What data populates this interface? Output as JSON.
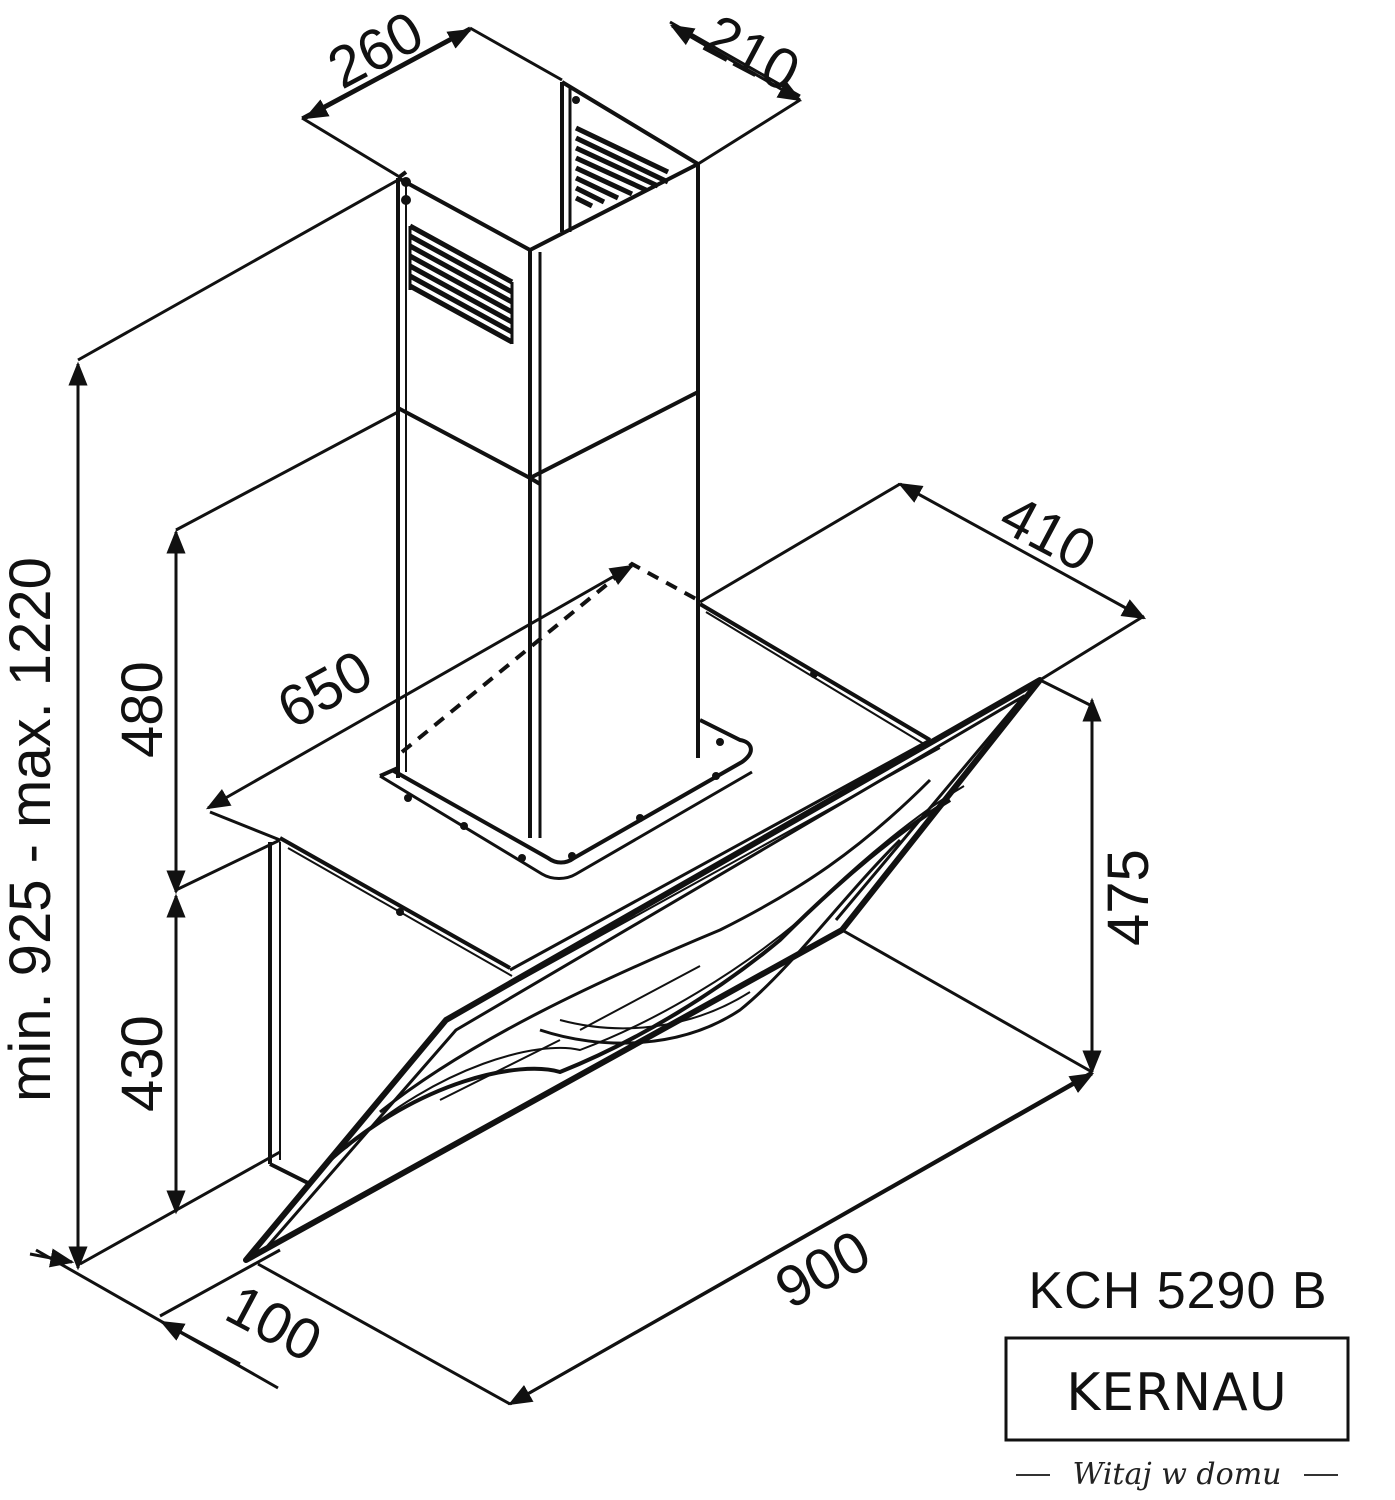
{
  "dimensions": {
    "chimney_width": "260",
    "chimney_depth": "210",
    "hood_depth": "410",
    "upper_depth": "650",
    "upper_height": "480",
    "lower_height": "430",
    "total_height": "min. 925 - max. 1220",
    "glass_height": "475",
    "width": "900",
    "wall_offset": "100"
  },
  "product": {
    "model": "KCH 5290 B",
    "brand": "KERNAU",
    "tagline": "Witaj w domu"
  },
  "colors": {
    "line": "#111111",
    "background": "#ffffff"
  }
}
